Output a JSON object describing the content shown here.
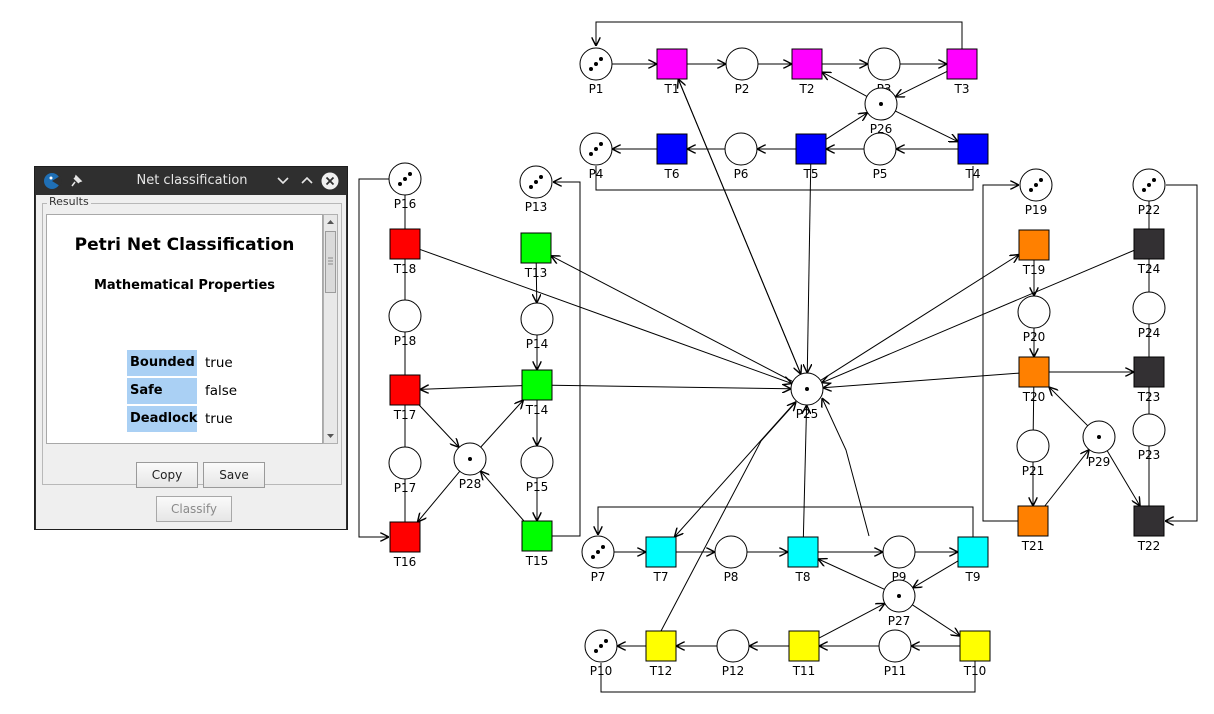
{
  "dialog": {
    "title": "Net classification",
    "results_label": "Results",
    "heading": "Petri Net Classification",
    "subheading": "Mathematical Properties",
    "properties": [
      {
        "name": "Bounded",
        "value": "true"
      },
      {
        "name": "Safe",
        "value": "false"
      },
      {
        "name": "Deadlock",
        "value": "true"
      }
    ],
    "buttons": {
      "copy": "Copy",
      "save": "Save",
      "classify": "Classify"
    }
  },
  "net": {
    "places": {
      "P1": 3,
      "P2": 0,
      "P3": 0,
      "P4": 3,
      "P5": 0,
      "P6": 0,
      "P7": 3,
      "P8": 0,
      "P9": 0,
      "P10": 3,
      "P11": 0,
      "P12": 0,
      "P13": 3,
      "P14": 0,
      "P15": 0,
      "P16": 3,
      "P17": 0,
      "P18": 0,
      "P19": 3,
      "P20": 0,
      "P21": 0,
      "P22": 3,
      "P23": 0,
      "P24": 0,
      "P25": 1,
      "P26": 1,
      "P27": 1,
      "P28": 1,
      "P29": 1
    },
    "transitions": {
      "T1": "#ff00ff",
      "T2": "#ff00ff",
      "T3": "#ff00ff",
      "T4": "#0000ff",
      "T5": "#0000ff",
      "T6": "#0000ff",
      "T7": "#00ffff",
      "T8": "#00ffff",
      "T9": "#00ffff",
      "T10": "#ffff00",
      "T11": "#ffff00",
      "T12": "#ffff00",
      "T13": "#00ff00",
      "T14": "#00ff00",
      "T15": "#00ff00",
      "T16": "#ff0000",
      "T17": "#ff0000",
      "T18": "#ff0000",
      "T19": "#ff8000",
      "T20": "#ff8000",
      "T21": "#ff8000",
      "T22": "#333033",
      "T23": "#333033",
      "T24": "#333033"
    }
  }
}
